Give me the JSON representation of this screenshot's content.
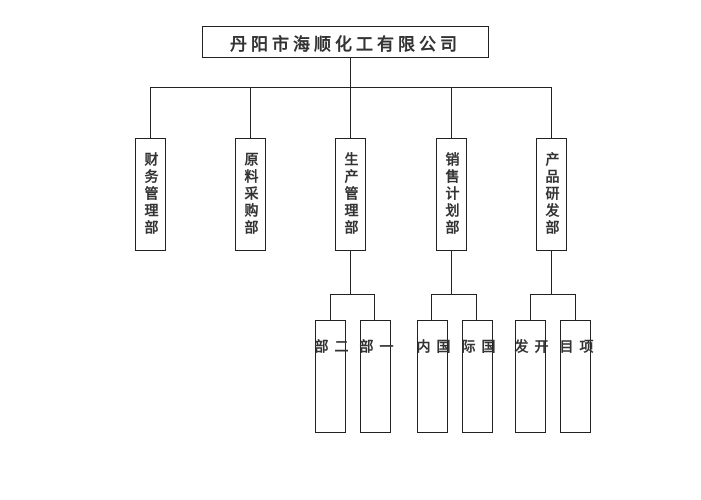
{
  "org_chart": {
    "root": "丹阳市海顺化工有限公司",
    "departments": [
      {
        "name": "财务管理部",
        "children": []
      },
      {
        "name": "原料采购部",
        "children": []
      },
      {
        "name": "生产管理部",
        "children": [
          "二部",
          "一部"
        ]
      },
      {
        "name": "销售计划部",
        "children": [
          "国内",
          "国际"
        ]
      },
      {
        "name": "产品研发部",
        "children": [
          "开发",
          "项目"
        ]
      }
    ]
  },
  "colors": {
    "line": "#222222",
    "text": "#333333",
    "background": "#ffffff"
  }
}
